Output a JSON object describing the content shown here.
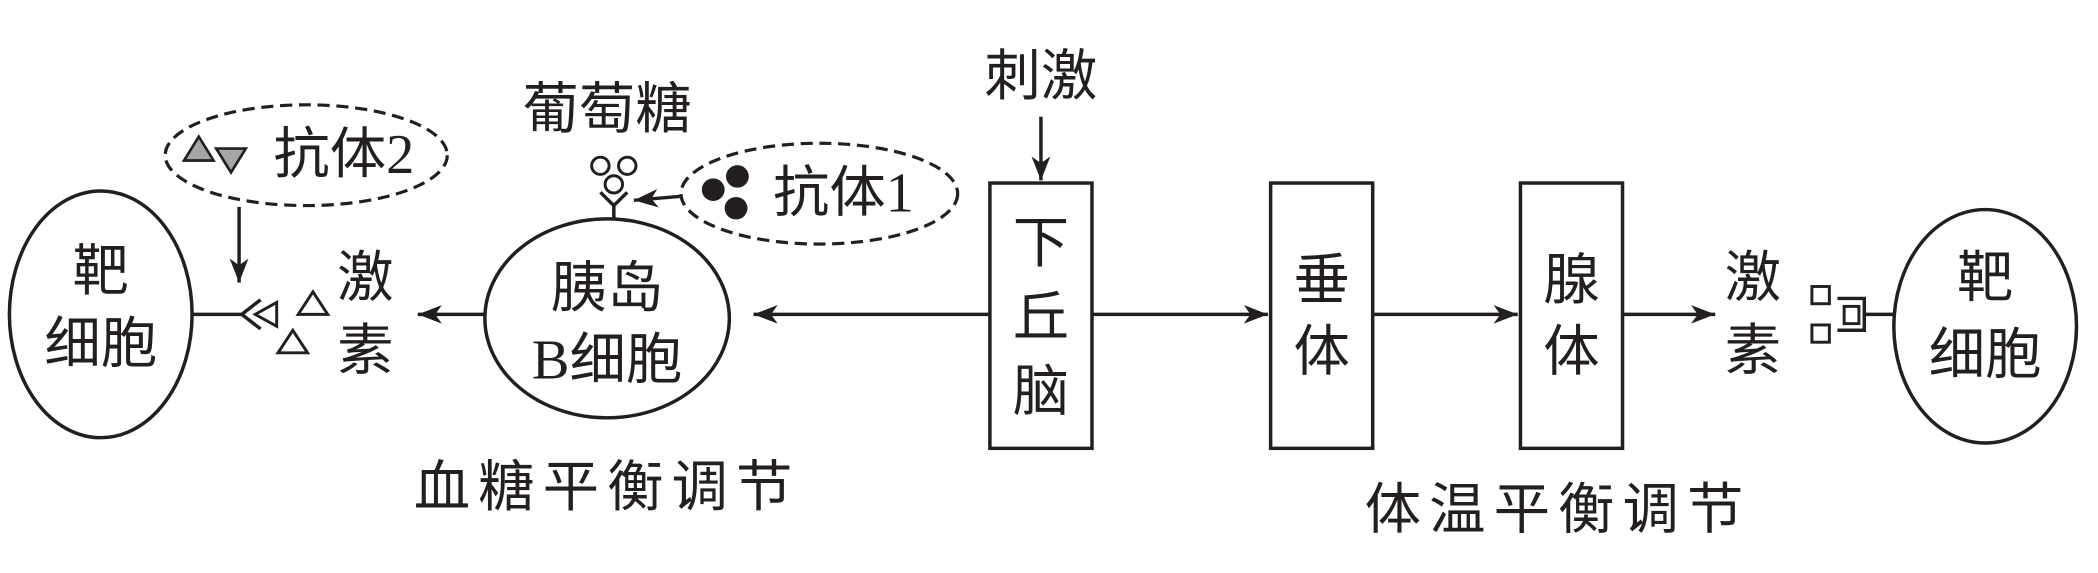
{
  "left_target_cell": {
    "line1": "靶",
    "line2": "细胞"
  },
  "antibody2": {
    "label": "抗体2"
  },
  "left_hormone": {
    "line1": "激",
    "line2": "素"
  },
  "islet_b_cell": {
    "line1": "胰岛",
    "line2": "B细胞"
  },
  "glucose": {
    "label": "葡萄糖"
  },
  "antibody1": {
    "label": "抗体1"
  },
  "stimulus": {
    "label": "刺激"
  },
  "hypothalamus": {
    "chars": [
      "下",
      "丘",
      "脑"
    ]
  },
  "pituitary": {
    "chars": [
      "垂",
      "体"
    ]
  },
  "gland": {
    "chars": [
      "腺",
      "体"
    ]
  },
  "right_hormone": {
    "line1": "激",
    "line2": "素"
  },
  "right_target_cell": {
    "line1": "靶",
    "line2": "细胞"
  },
  "captions": {
    "blood_sugar": "血糖平衡调节",
    "body_temperature": "体温平衡调节"
  }
}
